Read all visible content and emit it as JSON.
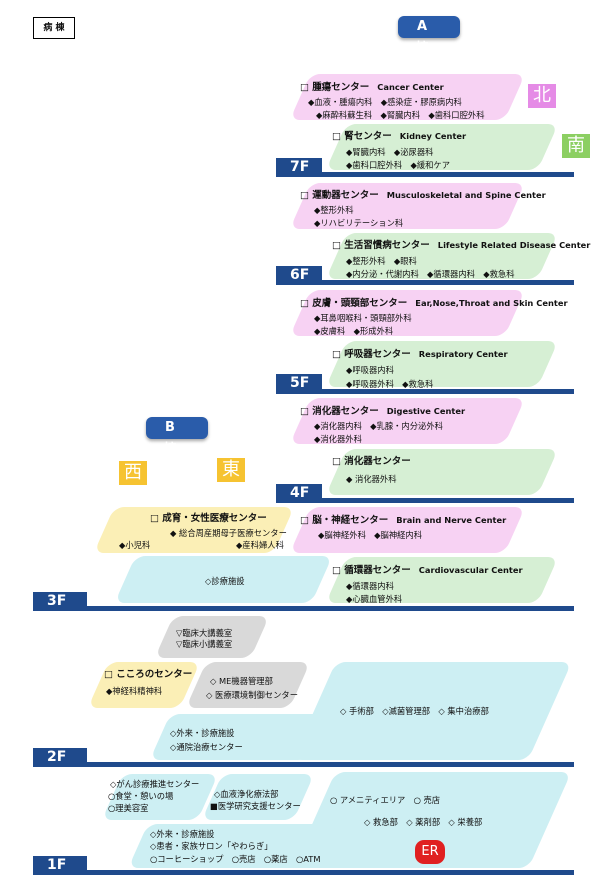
{
  "legend_label": "病 棟",
  "buildings": {
    "a": "A 棟",
    "b": "B 棟"
  },
  "directions": {
    "north": {
      "label": "北",
      "color": "#e58be6"
    },
    "south": {
      "label": "南",
      "color": "#8ccf62"
    },
    "west": {
      "label": "西",
      "color": "#f6c331"
    },
    "east": {
      "label": "東",
      "color": "#f6c331"
    }
  },
  "colors": {
    "pink": "#f7d2f3",
    "green": "#d6efd4",
    "cyan": "#cdeff3",
    "yellow": "#fbefb6",
    "gray": "#d9d9d9",
    "floor_bar": "#1f4a8c",
    "er": "#e02020"
  },
  "floors": {
    "f7": "7F",
    "f6": "6F",
    "f5": "5F",
    "f4": "4F",
    "f3": "3F",
    "f2": "2F",
    "f1": "1F"
  },
  "f7": {
    "cancer": {
      "title": "□ 腫瘍センター",
      "en": "Cancer Center",
      "l1": "◆血液・腫瘍内科　◆感染症・膠原病内科",
      "l2": "◆麻酔科蘇生科　◆腎臓内科　◆歯科口腔外科"
    },
    "kidney": {
      "title": "□ 腎センター",
      "en": "Kidney Center",
      "l1": "◆腎臓内科　◆泌尿器科",
      "l2": "◆歯科口腔外科　◆緩和ケア"
    }
  },
  "f6": {
    "msk": {
      "title": "□ 運動器センター",
      "en": "Musculoskeletal and Spine Center",
      "l1": "◆整形外科",
      "l2": "◆リハビリテーション科"
    },
    "lifestyle": {
      "title": "□ 生活習慣病センター",
      "en": "Lifestyle Related Disease Center",
      "l1": "◆整形外科　◆眼科",
      "l2": "◆内分泌・代謝内科　◆循環器内科　◆救急科"
    }
  },
  "f5": {
    "ent": {
      "title": "□ 皮膚・頭頸部センター",
      "en": "Ear,Nose,Throat and Skin Center",
      "l1": "◆耳鼻咽喉科・頭頸部外科",
      "l2": "◆皮膚科　◆形成外科"
    },
    "resp": {
      "title": "□ 呼吸器センター",
      "en": "Respiratory Center",
      "l1": "◆呼吸器内科",
      "l2": "◆呼吸器外科　◆救急科"
    }
  },
  "f4": {
    "digest": {
      "title": "□ 消化器センター",
      "en": "Digestive Center",
      "l1": "◆消化器内科　◆乳腺・内分泌外科",
      "l2": "◆消化器外科"
    },
    "digest2": {
      "title": "□ 消化器センター",
      "l1": "◆ 消化器外科"
    }
  },
  "f3": {
    "maternal": {
      "title": "□ 成育・女性医療センター",
      "l1": "◆ 総合周産期母子医療センター",
      "l2a": "◆小児科",
      "l2b": "◆産科婦人科"
    },
    "diag": "◇診療施設",
    "brain": {
      "title": "□ 脳・神経センター",
      "en": "Brain and Nerve Center",
      "l1": "◆脳神経外科　◆脳神経内科"
    },
    "cardio": {
      "title": "□ 循環器センター",
      "en": "Cardiovascular Center",
      "l1": "◆循環器内科",
      "l2": "◆心臓血管外科"
    }
  },
  "f2": {
    "lecture1": "▽臨床大講義室",
    "lecture2": "▽臨床小講義室",
    "kokoro": {
      "title": "□ こころのセンター",
      "l1": "◆神経科精神科"
    },
    "me1": "◇ ME機器管理部",
    "me2": "◇ 医療環境制御センター",
    "surg": "◇ 手術部　◇滅菌管理部　◇ 集中治療部",
    "op1": "◇外来・診療施設",
    "op2": "◇通院治療センター"
  },
  "f1": {
    "g1": "◇がん診療推進センター",
    "g2": "○食堂・憩いの場",
    "g3": "○理美容室",
    "g4": "◇血液浄化療法部",
    "g5": "■医学研究支援センター",
    "amen": "○ アメニティエリア　○ 売店",
    "er_line": "◇ 救急部　◇ 薬剤部　◇ 栄養部",
    "b1": "◇外来・診療施設",
    "b2": "◇患者・家族サロン「やわらぎ」",
    "b3": "○コーヒーショップ　○売店　○薬店　○ATM",
    "er": "ER"
  }
}
